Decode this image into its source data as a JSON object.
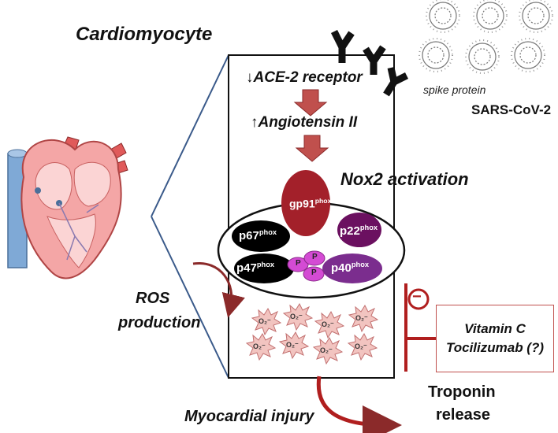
{
  "labels": {
    "cardiomyocyte": "Cardiomyocyte",
    "ace2": "↓ACE-2 receptor",
    "angiotensin": "↑Angiotensin II",
    "nox2": "Nox2 activation",
    "spike_protein": "spike protein",
    "sars_cov_2": "SARS-CoV-2",
    "ros_line1": "ROS",
    "ros_line2": "production",
    "myocardial_injury": "Myocardial injury",
    "troponin_line1": "Troponin",
    "troponin_line2": "release",
    "inhibit_symbol": "−"
  },
  "nox2_subunits": {
    "gp91": {
      "name": "gp91",
      "sup": "phox"
    },
    "p67": {
      "name": "p67",
      "sup": "phox"
    },
    "p22": {
      "name": "p22",
      "sup": "phox"
    },
    "p47": {
      "name": "p47",
      "sup": "phox"
    },
    "p40": {
      "name": "p40",
      "sup": "phox"
    }
  },
  "phosphate": "P",
  "superoxide": "O₂⁻",
  "treatments": [
    "Vitamin C",
    "Tocilizumab (?)"
  ],
  "colors": {
    "arrow_red": "#c0504d",
    "dark_red": "#a02c2c",
    "gp91": "#a3202a",
    "p22": "#6b1060",
    "p40": "#7b2d8e",
    "phosphate": "#d44bd4",
    "ros_star": "#f2c4c0",
    "heart_pink": "#f4a6a6",
    "vessel_blue": "#7fa9d6"
  }
}
